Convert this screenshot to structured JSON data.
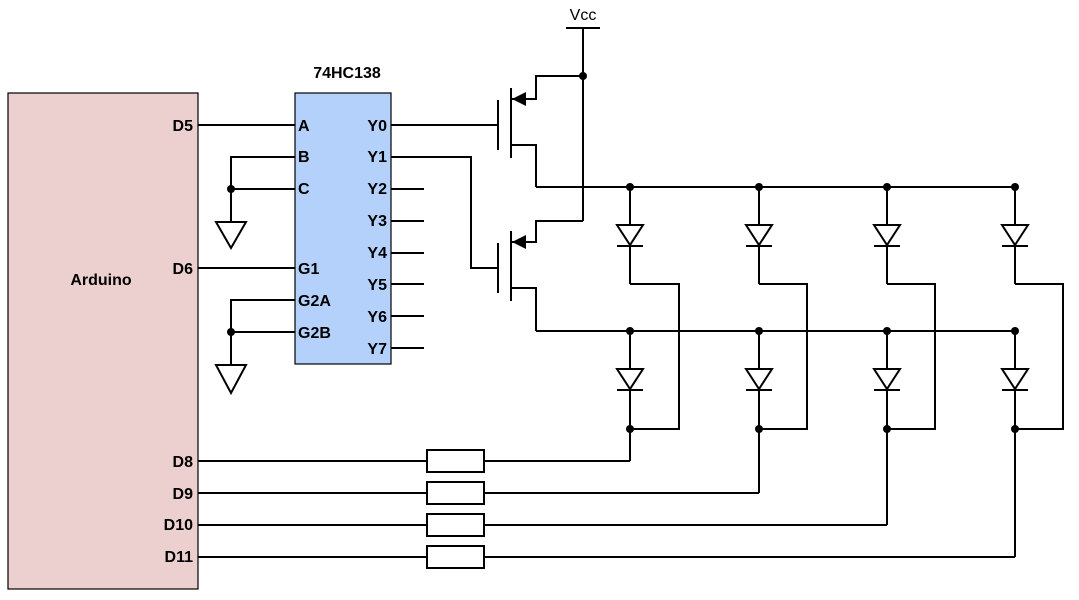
{
  "supply_label": "Vcc",
  "arduino": {
    "label": "Arduino",
    "fill": "#eccfcf",
    "pins": [
      "D5",
      "D6",
      "D8",
      "D9",
      "D10",
      "D11"
    ]
  },
  "decoder": {
    "label": "74HC138",
    "fill": "#b3d1fb",
    "left_pins": [
      "A",
      "B",
      "C",
      "G1",
      "G2A",
      "G2B"
    ],
    "right_pins": [
      "Y0",
      "Y1",
      "Y2",
      "Y3",
      "Y4",
      "Y5",
      "Y6",
      "Y7"
    ]
  },
  "led_matrix": {
    "rows": 2,
    "columns": 4
  },
  "resistor_count": 4,
  "transistor_count": 2
}
